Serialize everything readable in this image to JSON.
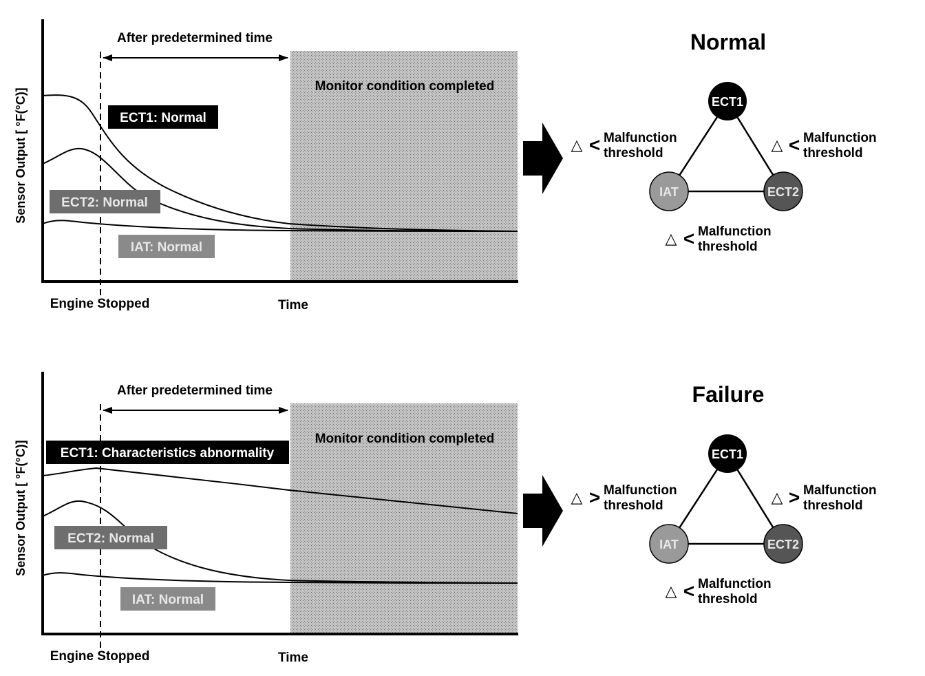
{
  "panels": [
    {
      "y_axis_label": "Sensor Output [ °F(°C)]",
      "x_start_label": "Engine Stopped",
      "x_end_label": "Time",
      "interval_label": "After predetermined time",
      "monitor_label": "Monitor condition completed",
      "ect1_label": "ECT1: Normal",
      "ect2_label": "ECT2: Normal",
      "iat_label": "IAT: Normal",
      "state_title": "Normal",
      "nodes": {
        "top": "ECT1",
        "left": "IAT",
        "right": "ECT2"
      },
      "edges": {
        "left": {
          "symbol": "△",
          "op": "<",
          "line1": "Malfunction",
          "line2": "threshold"
        },
        "right": {
          "symbol": "△",
          "op": "<",
          "line1": "Malfunction",
          "line2": "threshold"
        },
        "bottom": {
          "symbol": "△",
          "op": "<",
          "line1": "Malfunction",
          "line2": "threshold"
        }
      }
    },
    {
      "y_axis_label": "Sensor Output [ °F(°C)]",
      "x_start_label": "Engine Stopped",
      "x_end_label": "Time",
      "interval_label": "After predetermined time",
      "monitor_label": "Monitor condition completed",
      "ect1_label": "ECT1: Characteristics abnormality",
      "ect2_label": "ECT2: Normal",
      "iat_label": "IAT: Normal",
      "state_title": "Failure",
      "nodes": {
        "top": "ECT1",
        "left": "IAT",
        "right": "ECT2"
      },
      "edges": {
        "left": {
          "symbol": "△",
          "op": ">",
          "line1": "Malfunction",
          "line2": "threshold"
        },
        "right": {
          "symbol": "△",
          "op": ">",
          "line1": "Malfunction",
          "line2": "threshold"
        },
        "bottom": {
          "symbol": "△",
          "op": "<",
          "line1": "Malfunction",
          "line2": "threshold"
        }
      }
    }
  ],
  "colors": {
    "ect1_node": "#000000",
    "ect2_node": "#555555",
    "iat_node": "#9a9a9a",
    "monitor_area": "#bdbdbd",
    "ect2_tag": "#6e6e6e",
    "iat_tag": "#8a8a8a"
  }
}
